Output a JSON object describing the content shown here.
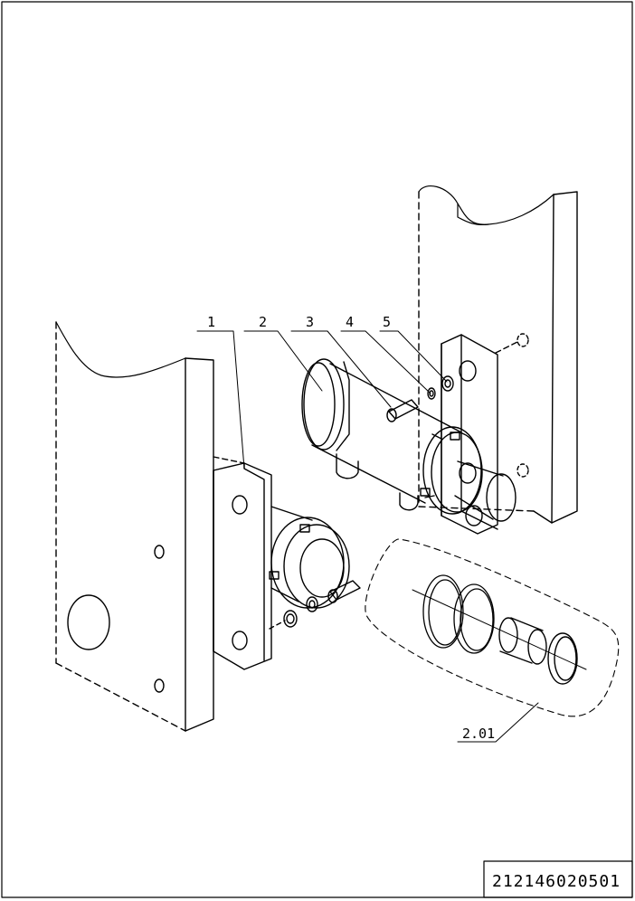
{
  "drawing": {
    "part_number": "212146020501",
    "callouts": [
      {
        "id": "1",
        "label": "1"
      },
      {
        "id": "2",
        "label": "2"
      },
      {
        "id": "3",
        "label": "3"
      },
      {
        "id": "4",
        "label": "4"
      },
      {
        "id": "5",
        "label": "5"
      },
      {
        "id": "2.01",
        "label": "2.01"
      }
    ]
  }
}
